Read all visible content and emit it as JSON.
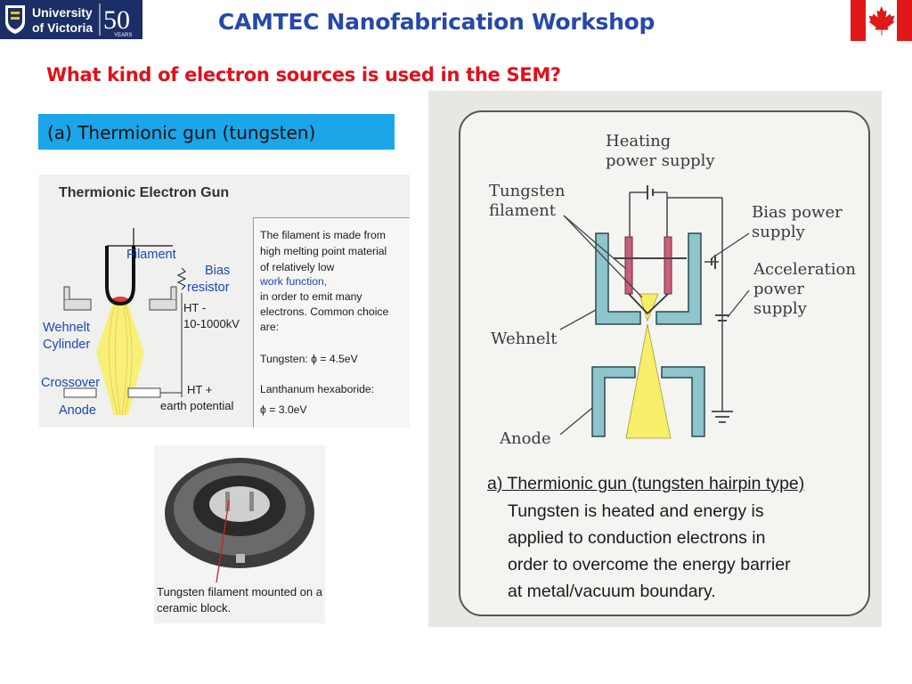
{
  "header": {
    "title": "CAMTEC Nanofabrication Workshop",
    "logo_line1": "University",
    "logo_line2": "of Victoria",
    "logo_anniv": "50",
    "logo_years": "YEARS"
  },
  "question": "What kind of electron sources is used in the SEM?",
  "section_label": "(a) Thermionic gun (tungsten)",
  "left_figure": {
    "title": "Thermionic Electron Gun",
    "labels": {
      "filament": "Filament",
      "bias": "Bias",
      "resistor": "resistor",
      "ht_minus": "HT -",
      "voltage": "10-1000kV",
      "wehnelt_1": "Wehnelt",
      "wehnelt_2": "Cylinder",
      "crossover": "Crossover",
      "ht_plus": "HT +",
      "anode": "Anode",
      "earth": "earth potential"
    },
    "desc": {
      "l1": "The filament is made from",
      "l2": "high melting point material",
      "l3": "of relatively low",
      "l4": "work function,",
      "l5": "in order to emit many",
      "l6": "electrons. Common choice",
      "l7": "are:",
      "l8": "Tungsten: ϕ = 4.5eV",
      "l9": "Lanthanum hexaboride:",
      "l10": "ϕ = 3.0eV"
    }
  },
  "photo": {
    "caption": "Tungsten filament mounted on a ceramic block."
  },
  "right_figure": {
    "labels": {
      "heating_1": "Heating",
      "heating_2": "power supply",
      "tungsten_1": "Tungsten",
      "tungsten_2": "filament",
      "bias_1": "Bias power",
      "bias_2": "supply",
      "accel_1": "Acceleration",
      "accel_2": "power",
      "accel_3": "supply",
      "wehnelt": "Wehnelt",
      "anode": "Anode"
    },
    "caption": {
      "title": "a) Thermionic gun (tungsten hairpin type)",
      "l1": "Tungsten is heated and energy is",
      "l2": "applied to conduction electrons in",
      "l3": "order to overcome the energy barrier",
      "l4": "at metal/vacuum boundary."
    }
  },
  "colors": {
    "title_blue": "#2748a8",
    "question_red": "#e0101a",
    "label_cyan": "#1aa6e8",
    "beam_yellow": "#f7ee6a",
    "electrode_teal": "#8ec4cc",
    "flag_red": "#e01818"
  }
}
